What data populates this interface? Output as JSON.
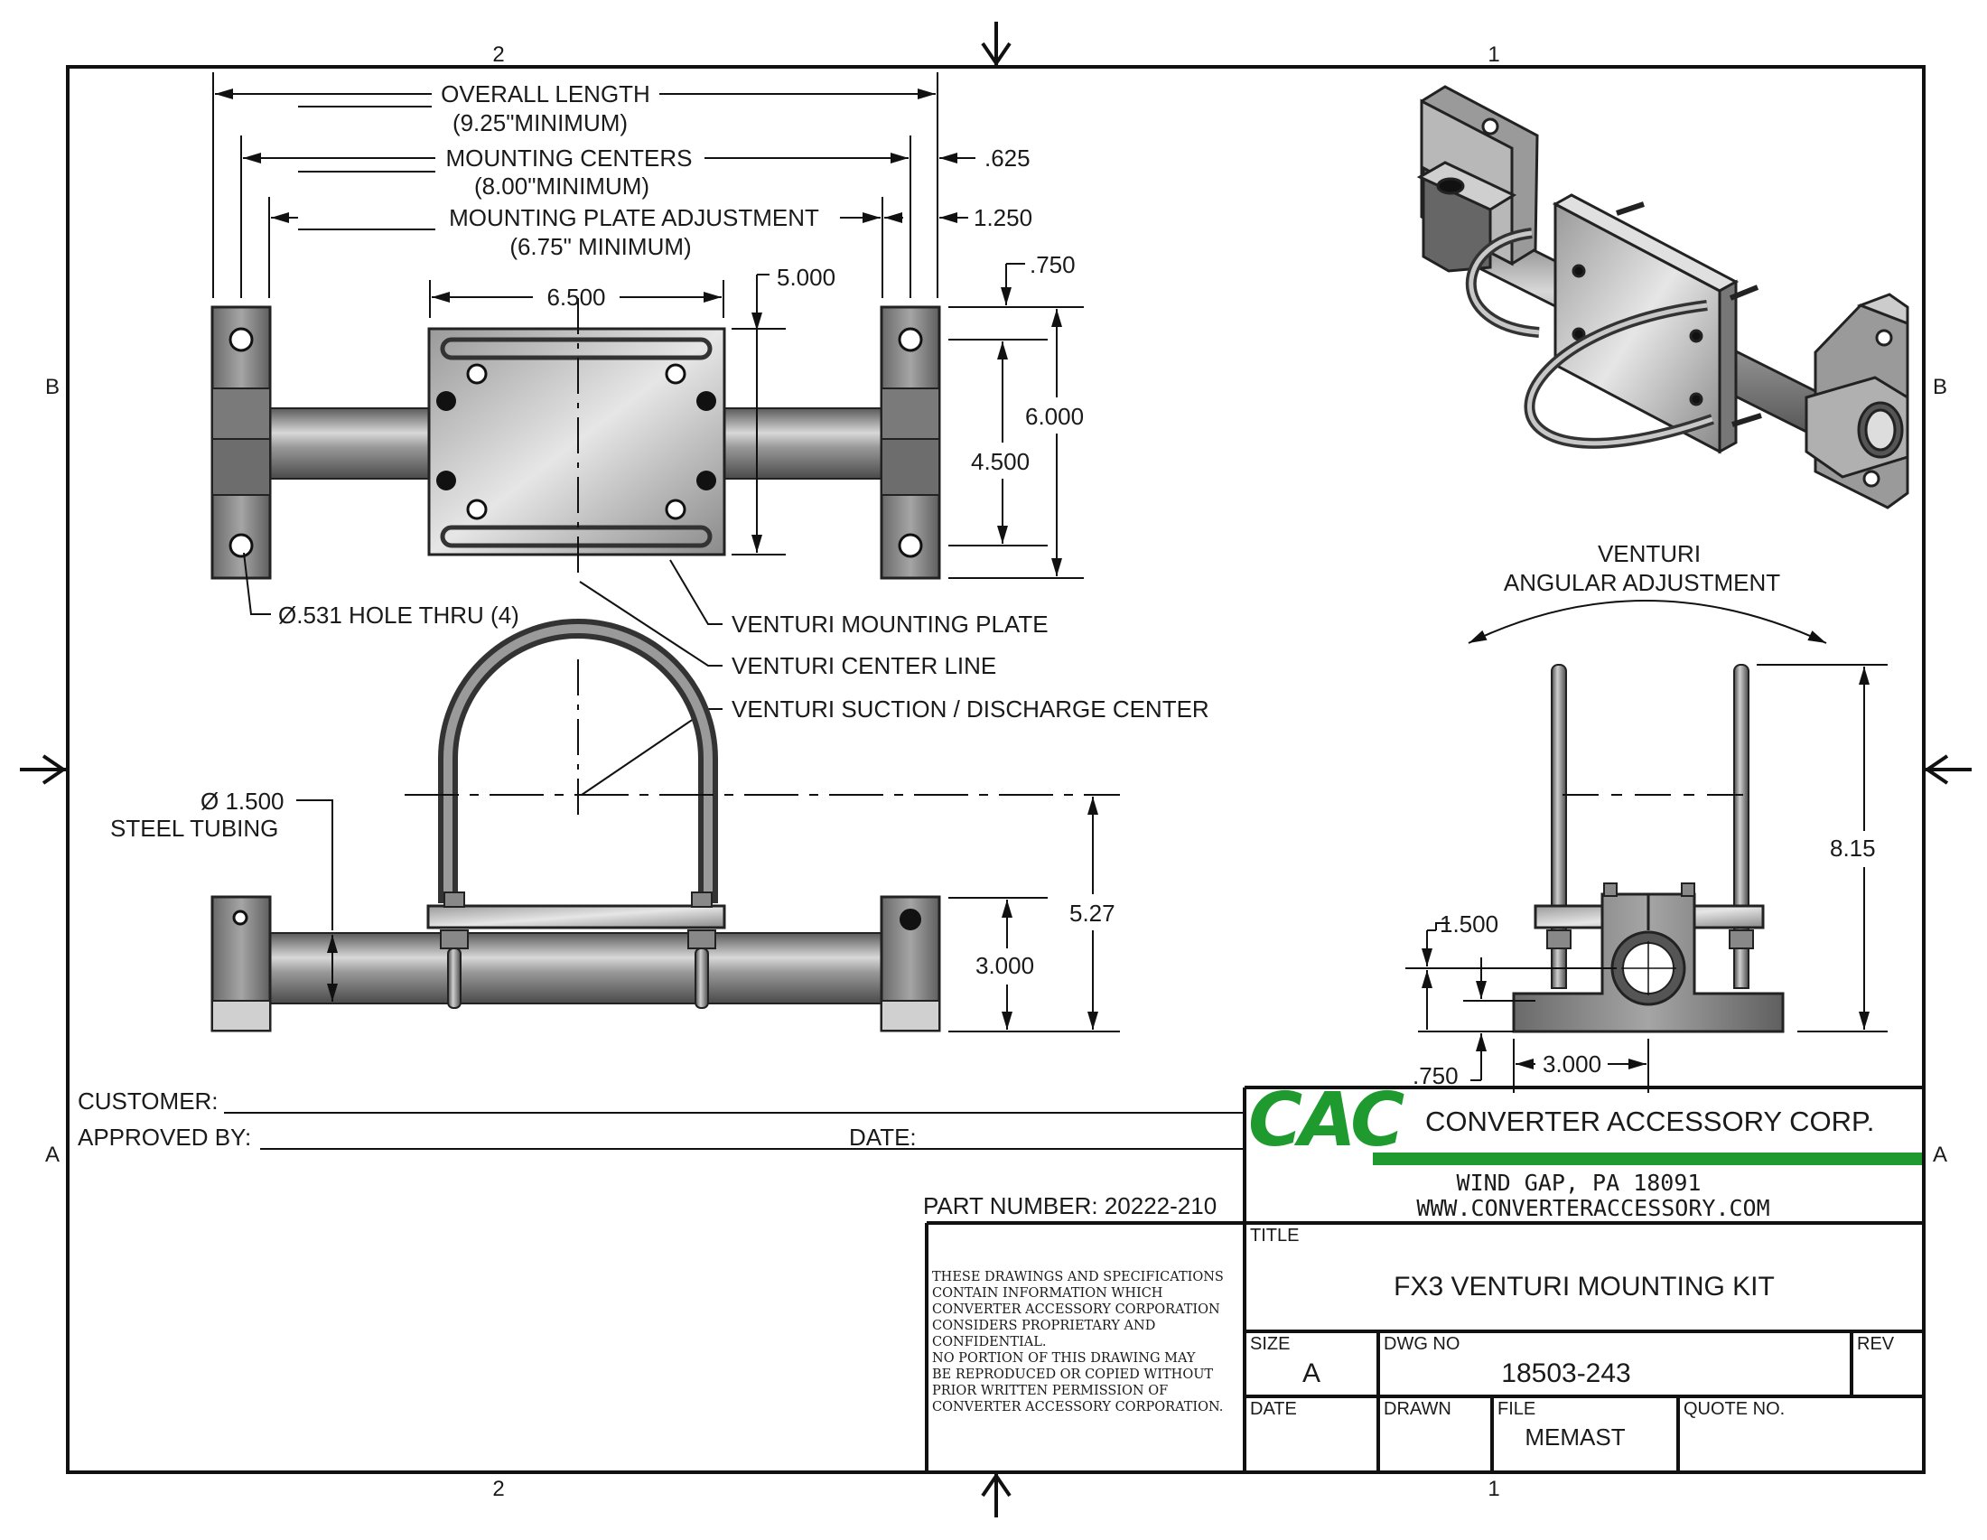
{
  "border": {
    "zones_top": [
      "2",
      "1"
    ],
    "zones_bottom": [
      "2",
      "1"
    ],
    "zones_left": [
      "B",
      "A"
    ],
    "zones_right": [
      "B",
      "A"
    ]
  },
  "top_view": {
    "overall_length": "OVERALL LENGTH",
    "overall_length_min": "(9.25\"MINIMUM)",
    "mounting_centers": "MOUNTING CENTERS",
    "mounting_centers_min": "(8.00\"MINIMUM)",
    "plate_adjust": "MOUNTING PLATE ADJUSTMENT",
    "plate_adjust_min": "(6.75\" MINIMUM)",
    "dim_625": ".625",
    "dim_1250": "1.250",
    "dim_6500": "6.500",
    "dim_5000": "5.000",
    "dim_750": ".750",
    "dim_6000": "6.000",
    "dim_4500": "4.500",
    "hole_note": "Ø.531 HOLE THRU (4)"
  },
  "callouts": {
    "plate": "VENTURI MOUNTING PLATE",
    "center_line": "VENTURI CENTER LINE",
    "suction": "VENTURI SUCTION / DISCHARGE CENTER"
  },
  "front_view": {
    "tubing_dia": "Ø 1.500",
    "tubing_label": "STEEL TUBING",
    "dim_527": "5.27",
    "dim_3000": "3.000"
  },
  "side_view": {
    "angular_1": "VENTURI",
    "angular_2": "ANGULAR ADJUSTMENT",
    "dim_815": "8.15",
    "dim_1500": "1.500",
    "dim_750": ".750",
    "dim_3000": "3.000"
  },
  "form": {
    "customer": "CUSTOMER:",
    "approved_by": "APPROVED BY:",
    "date": "DATE:",
    "part_number": "PART NUMBER: 20222-210"
  },
  "company": {
    "logo_text": "CAC",
    "name": "CONVERTER ACCESSORY CORP.",
    "city": "WIND GAP, PA 18091",
    "web": "WWW.CONVERTERACCESSORY.COM",
    "brand_color": "#1f9a2e"
  },
  "proprietary": [
    "THESE DRAWINGS AND SPECIFICATIONS",
    "CONTAIN INFORMATION WHICH",
    "CONVERTER ACCESSORY CORPORATION",
    "CONSIDERS PROPRIETARY AND",
    "CONFIDENTIAL.",
    "NO PORTION OF THIS DRAWING MAY",
    "BE REPRODUCED OR COPIED WITHOUT",
    "PRIOR WRITTEN PERMISSION OF",
    "CONVERTER ACCESSORY CORPORATION."
  ],
  "title_block": {
    "title_label": "TITLE",
    "title": "FX3 VENTURI MOUNTING KIT",
    "size_label": "SIZE",
    "size": "A",
    "dwg_label": "DWG NO",
    "dwg": "18503-243",
    "rev_label": "REV",
    "date_label": "DATE",
    "drawn_label": "DRAWN",
    "file_label": "FILE",
    "file": "MEMAST",
    "quote_label": "QUOTE NO."
  }
}
